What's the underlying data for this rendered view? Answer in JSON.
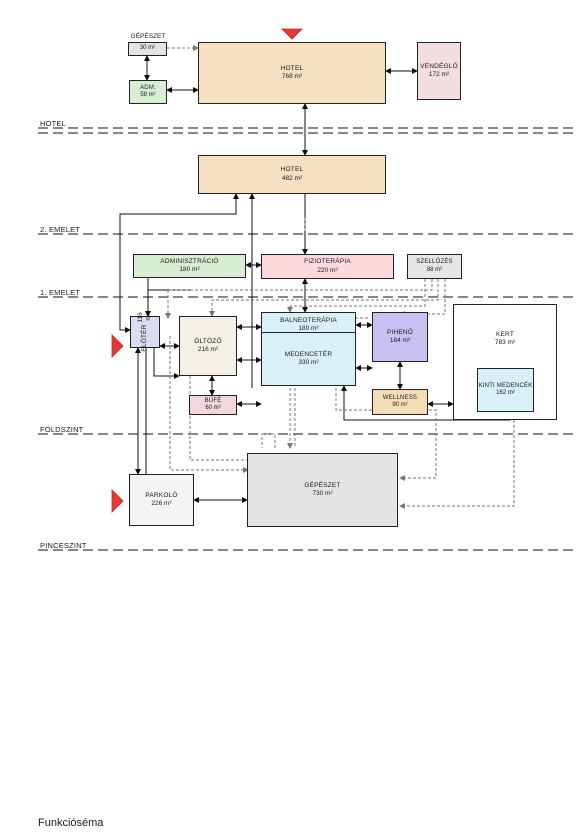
{
  "levels": {
    "hotel": "HOTEL",
    "floor2": "2. EMELET",
    "floor1": "1. EMELET",
    "ground": "FÖLDSZINT",
    "basement": "PINCESZINT"
  },
  "rooms": {
    "gepeszet_top": {
      "name": "GÉPÉSZET",
      "area": "30 m²"
    },
    "adm": {
      "name": "ADM.",
      "area": "58 m²"
    },
    "hotel_main": {
      "name": "HOTEL",
      "area": "768 m²"
    },
    "vendeglo": {
      "name": "VENDÉGLŐ",
      "area": "172 m²"
    },
    "hotel_second": {
      "name": "HOTEL",
      "area": "482 m²"
    },
    "adminisztracio": {
      "name": "ADMINISZTRÁCIÓ",
      "area": "180 m²"
    },
    "fizioterapia": {
      "name": "FIZIOTERÁPIA",
      "area": "220 m²"
    },
    "szelloztes": {
      "name": "SZELLŐZÉS",
      "area": "88 m²"
    },
    "eloter": {
      "name": "ELŐTÉR",
      "area": "116 m²"
    },
    "oltozo": {
      "name": "ÖLTÖZŐ",
      "area": "216 m²"
    },
    "balneoterapia": {
      "name": "BALNEOTERÁPIA",
      "area": "180 m²"
    },
    "piheno": {
      "name": "PIHENŐ",
      "area": "184 m²"
    },
    "kert": {
      "name": "KERT",
      "area": "783 m²"
    },
    "kinti_medencek": {
      "name": "KINTI MEDENCÉK",
      "area": "162 m²"
    },
    "buffe": {
      "name": "BÜFÉ",
      "area": "60 m²"
    },
    "medencester": {
      "name": "MEDENCETÉR",
      "area": "330 m²"
    },
    "wellness": {
      "name": "WELLNESS",
      "area": "90 m²"
    },
    "parkolo": {
      "name": "PARKOLÓ",
      "area": "226 m²"
    },
    "gepeszet_main": {
      "name": "GÉPÉSZET",
      "area": "730 m²"
    }
  },
  "colors": {
    "hotel": "#f5e1c2",
    "vendeglo": "#f2dde0",
    "adminisztracio": "#d8eed2",
    "fizioterapia": "#fbd9dd",
    "szelloztes": "#e6e6e6",
    "eloter": "#dcdcf0",
    "oltozo": "#f5f0e6",
    "balneoterapia": "#d9f0f8",
    "piheno": "#c9c1f2",
    "buffe": "#f2d8d8",
    "medencester": "#d9f0f8",
    "wellness": "#f5dcb8",
    "kert": "#ffffff",
    "kinti_medencek": "#d9f0f8",
    "parkolo": "#f4f4f4",
    "gepeszet_main": "#e4e4e4",
    "gepeszet_top": "#e4e4e4",
    "adm": "#d8eed2",
    "entrance": "#e53935"
  },
  "caption": "Funkcióséma"
}
